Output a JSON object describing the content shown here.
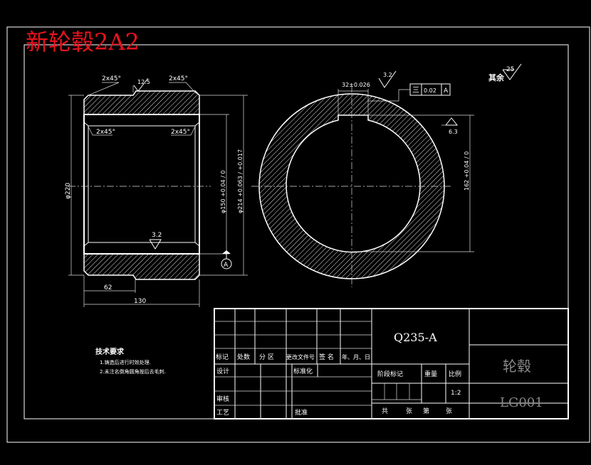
{
  "title": "新轮毂2A2",
  "other_roughness": {
    "label": "其余",
    "value": "25"
  },
  "left_view": {
    "chamfer_top_left": "2x45°",
    "chamfer_top_right": "2x45°",
    "chamfer_inner_left": "2x45°",
    "chamfer_inner_right": "2x45°",
    "roughness_top": "12.5",
    "roughness_bore": "3.2",
    "dim_outer_dia": "φ220",
    "dim_bore": "φ150 +0.04 / 0",
    "dim_fit": "φ214 +0.063 / +0.017",
    "dim_62": "62",
    "dim_130": "130",
    "datum": "A"
  },
  "right_view": {
    "keyway_width": "32±0.026",
    "roughness_keyway": "3.2",
    "roughness_key_side": "6.3",
    "tolerance_symbol": "三",
    "tolerance_value": "0.02",
    "tolerance_datum": "A",
    "dim_162": "162 +0.04 / 0"
  },
  "tech_requirements": {
    "heading": "技术要求",
    "items": [
      "1.铸造后进行时效处理.",
      "2.未注名倒角圆角按后去毛刺."
    ]
  },
  "title_block": {
    "material": "Q235-A",
    "part_name": "轮毂",
    "drawing_no": "LG001",
    "headers": [
      "标记",
      "处数",
      "分 区",
      "更改文件号",
      "签 名",
      "年、月、日"
    ],
    "design": "设计",
    "standardization": "标准化",
    "stage_mark": "阶段标记",
    "weight": "重量",
    "scale_label": "比例",
    "scale_value": "1:2",
    "review": "审核",
    "process": "工艺",
    "approve": "批准",
    "total_label": "共",
    "sheet_label": "张",
    "page_label": "第",
    "page_unit": "张"
  }
}
